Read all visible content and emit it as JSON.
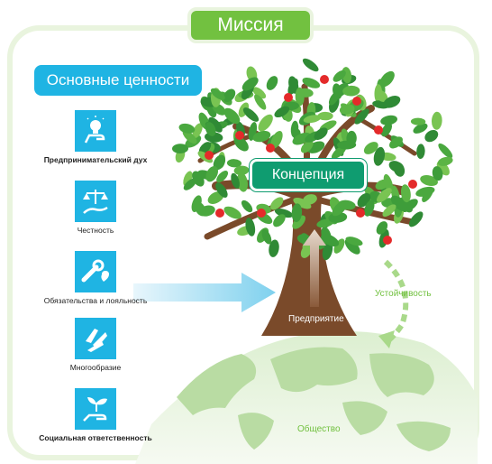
{
  "mission": "Миссия",
  "core_values": {
    "title": "Основные ценности",
    "items": [
      {
        "label": "Предпринимательский дух",
        "icon": "lightbulb-hand-icon"
      },
      {
        "label": "Честность",
        "icon": "scales-hand-icon"
      },
      {
        "label": "Обязательства и лояльность",
        "icon": "wrench-heart-icon"
      },
      {
        "label": "Многообразие",
        "icon": "hands-stack-icon"
      },
      {
        "label": "Социальная ответственность",
        "icon": "sprout-hand-icon"
      }
    ]
  },
  "concept": "Концепция",
  "enterprise": "Предприятие",
  "sustainability": "Устойчивость",
  "society": "Общество",
  "colors": {
    "blue": "#1fb4e3",
    "green": "#72c140",
    "dark_green": "#0f9c70",
    "trunk": "#7a4a2a",
    "apple": "#e42a2a"
  }
}
